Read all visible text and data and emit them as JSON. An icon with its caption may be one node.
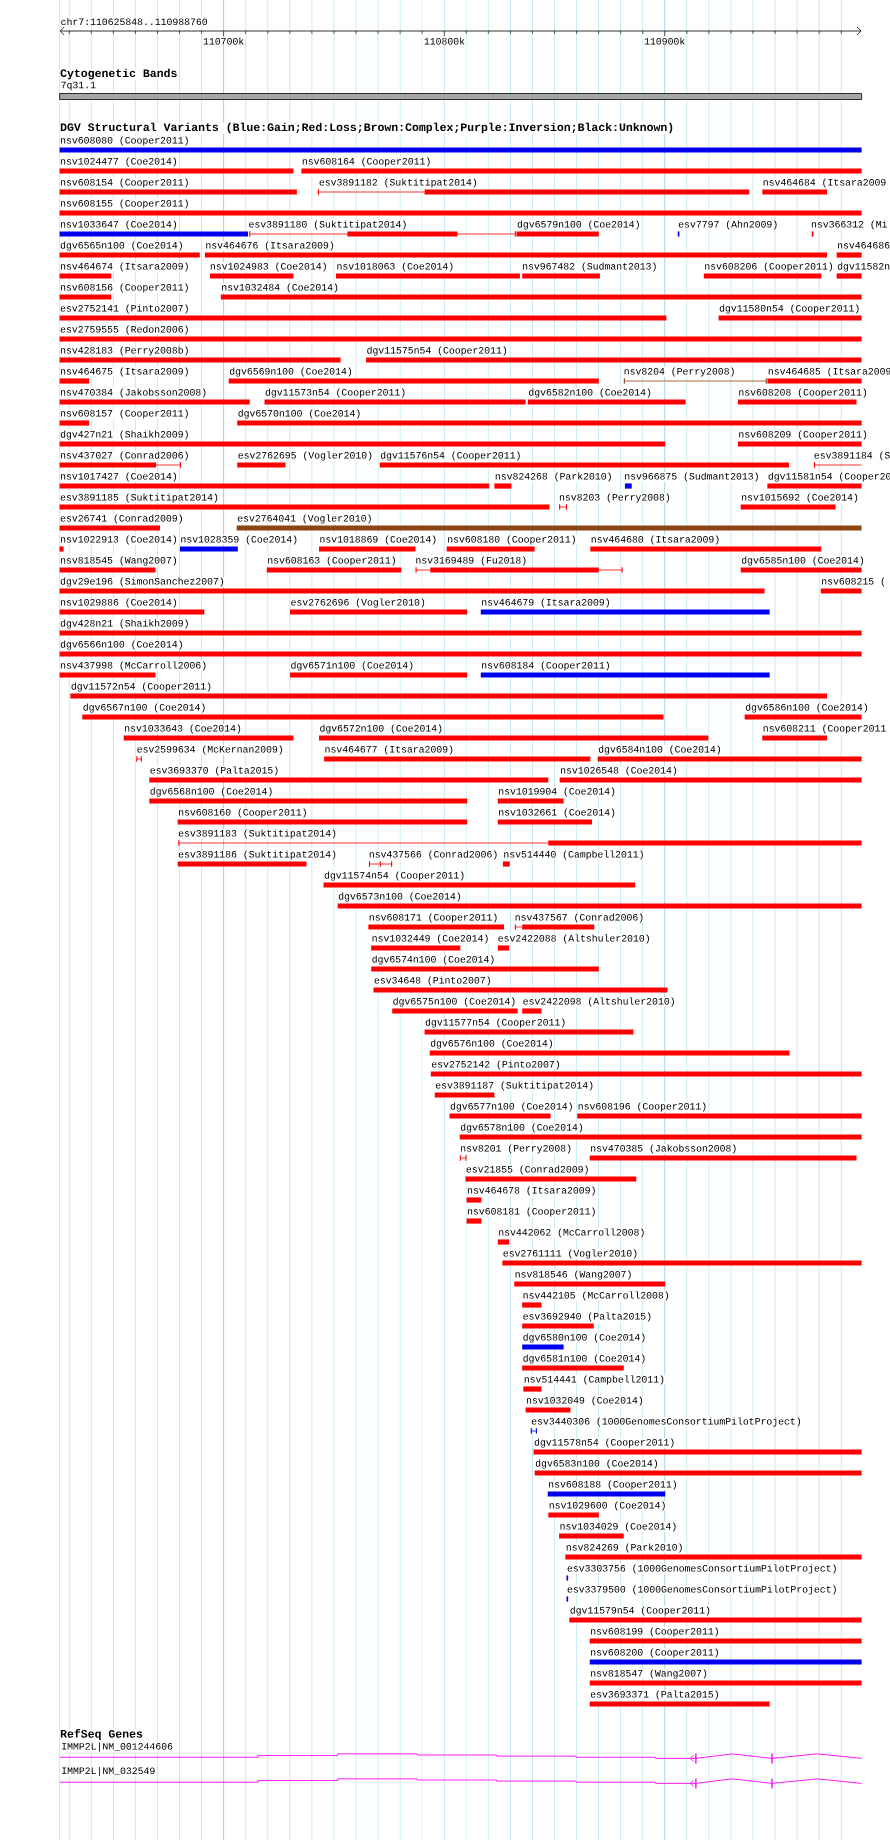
{
  "diagram": {
    "nodes": [
      {
        "text": [
          "nsv608080 (Cooper2011)"
        ]
      },
      {
        "text": [
          "nsv1024477 (Coe2014)"
        ]
      },
      {
        "text": [
          "nsv608164 (Cooper2011)"
        ]
      },
      {
        "text": [
          "nsv608154 (Cooper2011)"
        ]
      },
      {
        "text": [
          "esv3891182 (Suktitipat2014)"
        ]
      },
      {
        "text": [
          "nsv464684 (Itsara2009"
        ]
      },
      {
        "text": [
          "nsv608155 (Cooper2011)"
        ]
      },
      {
        "text": [
          "nsv1033647 (Coe2014)"
        ]
      },
      {
        "text": [
          "esv3891180 (Suktitipat2014)"
        ]
      },
      {
        "text": [
          "dgv6579n100 (Coe2014)"
        ]
      },
      {
        "text": [
          "esv7797 (Ahn2009)"
        ]
      },
      {
        "text": [
          "nsv366312 (Mi"
        ]
      },
      {
        "text": [
          "dgv6565n100 (Coe2014)"
        ]
      },
      {
        "text": [
          "nsv464676 (Itsara2009)"
        ]
      },
      {
        "text": [
          "nsv464686"
        ]
      },
      {
        "text": [
          "nsv464674 (Itsara2009)"
        ]
      },
      {
        "text": [
          "nsv1024983 (Coe2014)"
        ]
      },
      {
        "text": [
          "nsv1018063 (Coe2014)"
        ]
      },
      {
        "text": [
          "nsv967482 (Sudmant2013)"
        ]
      },
      {
        "text": [
          "nsv608206 (Cooper2011)"
        ]
      },
      {
        "text": [
          "dgv11582n"
        ]
      },
      {
        "text": [
          "nsv608156 (Cooper2011)"
        ]
      },
      {
        "text": [
          "nsv1032484 (Coe2014)"
        ]
      },
      {
        "text": [
          "esv2752141 (Pinto2007)"
        ]
      },
      {
        "text": [
          "dgv11580n54 (Cooper2011)"
        ]
      },
      {
        "text": [
          "esv2759555 (Redon2006)"
        ]
      },
      {
        "text": [
          "nsv428183 (Perry2008b)"
        ]
      },
      {
        "text": [
          "dgv11575n54 (Cooper2011)"
        ]
      },
      {
        "text": [
          "nsv464675 (Itsara2009)"
        ]
      },
      {
        "text": [
          "dgv6569n100 (Coe2014)"
        ]
      },
      {
        "text": [
          "nsv8204 (Perry2008)"
        ]
      },
      {
        "text": [
          "nsv464685 (Itsara2009"
        ]
      },
      {
        "text": [
          "nsv470384 (Jakobsson2008)"
        ]
      },
      {
        "text": [
          "dgv11573n54 (Cooper2011)"
        ]
      },
      {
        "text": [
          "dgv6582n100 (Coe2014)"
        ]
      },
      {
        "text": [
          "nsv608208 (Cooper2011)"
        ]
      },
      {
        "text": [
          "nsv608157 (Cooper2011)"
        ]
      },
      {
        "text": [
          "dgv6570n100 (Coe2014)"
        ]
      },
      {
        "text": [
          "dgv427n21 (Shaikh2009)"
        ]
      },
      {
        "text": [
          "nsv608209 (Cooper2011)"
        ]
      },
      {
        "text": [
          "nsv437027 (Conrad2006)"
        ]
      },
      {
        "text": [
          "esv2762695 (Vogler2010)"
        ]
      },
      {
        "text": [
          "dgv11576n54 (Cooper2011)"
        ]
      },
      {
        "text": [
          "esv3891184 (S"
        ]
      },
      {
        "text": [
          "nsv1017427 (Coe2014)"
        ]
      },
      {
        "text": [
          "nsv824268 (Park2010)"
        ]
      },
      {
        "text": [
          "nsv966875 (Sudmant2013)"
        ]
      },
      {
        "text": [
          "dgv11581n54 (Cooper20"
        ]
      },
      {
        "text": [
          "esv3891185 (Suktitipat2014)"
        ]
      },
      {
        "text": [
          "nsv8203 (Perry2008)"
        ]
      },
      {
        "text": [
          "nsv1015692 (Coe2014)"
        ]
      },
      {
        "text": [
          "esv26741 (Conrad2009)"
        ]
      },
      {
        "text": [
          "esv2764041 (Vogler2010)"
        ]
      },
      {
        "text": [
          "nsv1022913 (Coe2014)"
        ]
      },
      {
        "text": [
          "nsv1028359 (Coe2014)"
        ]
      },
      {
        "text": [
          "nsv1018869 (Coe2014)"
        ]
      },
      {
        "text": [
          "nsv608180 (Cooper2011)"
        ]
      },
      {
        "text": [
          "nsv464680 (Itsara2009)"
        ]
      },
      {
        "text": [
          "nsv818545 (Wang2007)"
        ]
      },
      {
        "text": [
          "nsv608163 (Cooper2011)"
        ]
      },
      {
        "text": [
          "nsv3169489 (Fu2018)"
        ]
      },
      {
        "text": [
          "dgv6585n100 (Coe2014)"
        ]
      },
      {
        "text": [
          "dgv29e196 (SimonSanchez2007)"
        ]
      },
      {
        "text": [
          "nsv608215 ("
        ]
      },
      {
        "text": [
          "nsv1029886 (Coe2014)"
        ]
      },
      {
        "text": [
          "esv2762696 (Vogler2010)"
        ]
      },
      {
        "text": [
          "nsv464679 (Itsara2009)"
        ]
      },
      {
        "text": [
          "dgv428n21 (Shaikh2009)"
        ]
      },
      {
        "text": [
          "dgv6566n100 (Coe2014)"
        ]
      },
      {
        "text": [
          "nsv437998 (McCarroll2006)"
        ]
      },
      {
        "text": [
          "dgv6571n100 (Coe2014)"
        ]
      },
      {
        "text": [
          "nsv608184 (Cooper2011)"
        ]
      },
      {
        "text": [
          "dgv11572n54 (Cooper2011)"
        ]
      },
      {
        "text": [
          "dgv6567n100 (Coe2014)"
        ]
      },
      {
        "text": [
          "dgv6586n100 (Coe2014)"
        ]
      },
      {
        "text": [
          "nsv1033643 (Coe2014)"
        ]
      },
      {
        "text": [
          "dgv6572n100 (Coe2014)"
        ]
      },
      {
        "text": [
          "nsv608211 (Cooper2011"
        ]
      },
      {
        "text": [
          "esv2599634 (McKernan2009)"
        ]
      },
      {
        "text": [
          "nsv464677 (Itsara2009)"
        ]
      },
      {
        "text": [
          "dgv6584n100 (Coe2014)"
        ]
      },
      {
        "text": [
          "esv3693370 (Palta2015)"
        ]
      },
      {
        "text": [
          "nsv1026548 (Coe2014)"
        ]
      },
      {
        "text": [
          "dgv6568n100 (Coe2014)"
        ]
      },
      {
        "text": [
          "nsv1019904 (Coe2014)"
        ]
      },
      {
        "text": [
          "nsv608160 (Cooper2011)"
        ]
      },
      {
        "text": [
          "nsv1032661 (Coe2014)"
        ]
      },
      {
        "text": [
          "esv3891183 (Suktitipat2014)"
        ]
      },
      {
        "text": [
          "esv3891186 (Suktitipat2014)"
        ]
      },
      {
        "text": [
          "nsv437566 (Conrad2006)"
        ]
      },
      {
        "text": [
          "nsv514440 (Campbell2011)"
        ]
      },
      {
        "text": [
          "dgv11574n54 (Cooper2011)"
        ]
      },
      {
        "text": [
          "dgv6573n100 (Coe2014)"
        ]
      },
      {
        "text": [
          "nsv608171 (Cooper2011)"
        ]
      },
      {
        "text": [
          "nsv437567 (Conrad2006)"
        ]
      },
      {
        "text": [
          "nsv1032449 (Coe2014)"
        ]
      },
      {
        "text": [
          "esv2422088 (Altshuler2010)"
        ]
      },
      {
        "text": [
          "dgv6574n100 (Coe2014)"
        ]
      },
      {
        "text": [
          "esv34648 (Pinto2007)"
        ]
      },
      {
        "text": [
          "dgv6575n100 (Coe2014)"
        ]
      },
      {
        "text": [
          "esv2422098 (Altshuler2010)"
        ]
      },
      {
        "text": [
          "dgv11577n54 (Cooper2011)"
        ]
      },
      {
        "text": [
          "dgv6576n100 (Coe2014)"
        ]
      },
      {
        "text": [
          "esv2752142 (Pinto2007)"
        ]
      },
      {
        "text": [
          "esv3891187 (Suktitipat2014)"
        ]
      },
      {
        "text": [
          "dgv6577n100 (Coe2014)"
        ]
      },
      {
        "text": [
          "nsv608196 (Cooper2011)"
        ]
      },
      {
        "text": [
          "dgv6578n100 (Coe2014)"
        ]
      },
      {
        "text": [
          "nsv8201 (Perry2008)"
        ]
      },
      {
        "text": [
          "nsv470385 (Jakobsson2008)"
        ]
      },
      {
        "text": [
          "esv21855 (Conrad2009)"
        ]
      },
      {
        "text": [
          "nsv464678 (Itsara2009)"
        ]
      },
      {
        "text": [
          "nsv608181 (Cooper2011)"
        ]
      },
      {
        "text": [
          "nsv442062 (McCarroll2008)"
        ]
      },
      {
        "text": [
          "esv2761111 (Vogler2010)"
        ]
      },
      {
        "text": [
          "nsv818546 (Wang2007)"
        ]
      },
      {
        "text": [
          "nsv442105 (McCarroll2008)"
        ]
      },
      {
        "text": [
          "esv3692940 (Palta2015)"
        ]
      },
      {
        "text": [
          "dgv6580n100 (Coe2014)"
        ]
      },
      {
        "text": [
          "dgv6581n100 (Coe2014)"
        ]
      },
      {
        "text": [
          "nsv514441 (Campbell2011)"
        ]
      },
      {
        "text": [
          "nsv1032049 (Coe2014)"
        ]
      },
      {
        "text": [
          "esv3440306 (1000GenomesConsortiumPilotProject)"
        ]
      },
      {
        "text": [
          "dgv11578n54 (Cooper2011)"
        ]
      },
      {
        "text": [
          "dgv6583n100 (Coe2014)"
        ]
      },
      {
        "text": [
          "nsv608188 (Cooper2011)"
        ]
      },
      {
        "text": [
          "nsv1029600 (Coe2014)"
        ]
      },
      {
        "text": [
          "nsv1034029 (Coe2014)"
        ]
      },
      {
        "text": [
          "nsv824269 (Park2010)"
        ]
      },
      {
        "text": [
          "esv3303756 (1000GenomesConsortiumPilotProject)"
        ]
      },
      {
        "text": [
          "esv3379500 (1000GenomesConsortiumPilotProject)"
        ]
      },
      {
        "text": [
          "dgv11579n54 (Cooper2011)"
        ]
      },
      {
        "text": [
          "nsv608199 (Cooper2011)"
        ]
      },
      {
        "text": [
          "nsv608200 (Cooper2011)"
        ]
      },
      {
        "text": [
          "nsv818547 (Wang2007)"
        ]
      },
      {
        "text": [
          "esv3693371 (Palta2015)"
        ]
      }
    ],
    "labels": [
      "chr7:110625848..110988760",
      "110700k",
      "110800k",
      "110900k",
      "Cytogenetic Bands",
      "7q31.1",
      "DGV Structural Variants (Blue:Gain;Red:Loss;Brown:Complex;Purple:Inversion;Black:Unknown)",
      "RefSeq Genes",
      "IMMP2L|NM_001244606",
      "IMMP2L|NM_032549"
    ]
  }
}
